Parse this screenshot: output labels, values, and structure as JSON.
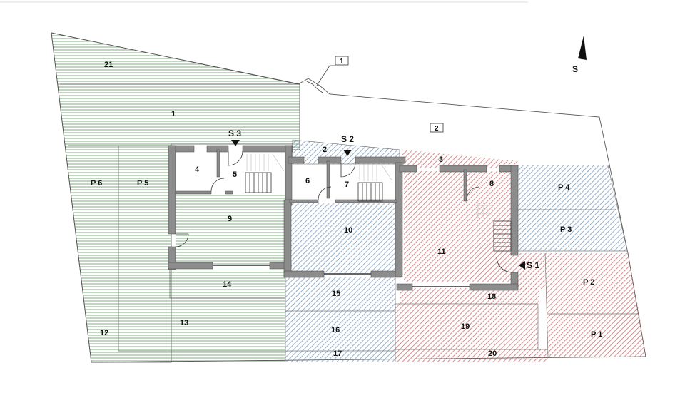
{
  "plan": {
    "zone_labels": {
      "z21": "21",
      "z1": "1",
      "z2": "2",
      "z3": "3",
      "p6": "P 6",
      "p5": "P 5",
      "p4": "P 4",
      "p3": "P 3",
      "p2": "P 2",
      "p1": "P 1",
      "r4": "4",
      "r5": "5",
      "r6": "6",
      "r7": "7",
      "r8": "8",
      "r9": "9",
      "r10": "10",
      "r11": "11",
      "r12": "12",
      "r13": "13",
      "r14": "14",
      "r15": "15",
      "r16": "16",
      "r17": "17",
      "r18": "18",
      "r19": "19",
      "r20": "20"
    },
    "boxed_labels": {
      "b1": "1",
      "b2": "2"
    },
    "stair_labels": {
      "s1": "S 1",
      "s2": "S 2",
      "s3": "S 3"
    },
    "compass": {
      "label": "S"
    },
    "colors": {
      "green": "#4a8a4a",
      "blue": "#6a8fb8",
      "red": "#c85a5a",
      "wall": "#8c8c8c",
      "outline": "#555555"
    }
  }
}
